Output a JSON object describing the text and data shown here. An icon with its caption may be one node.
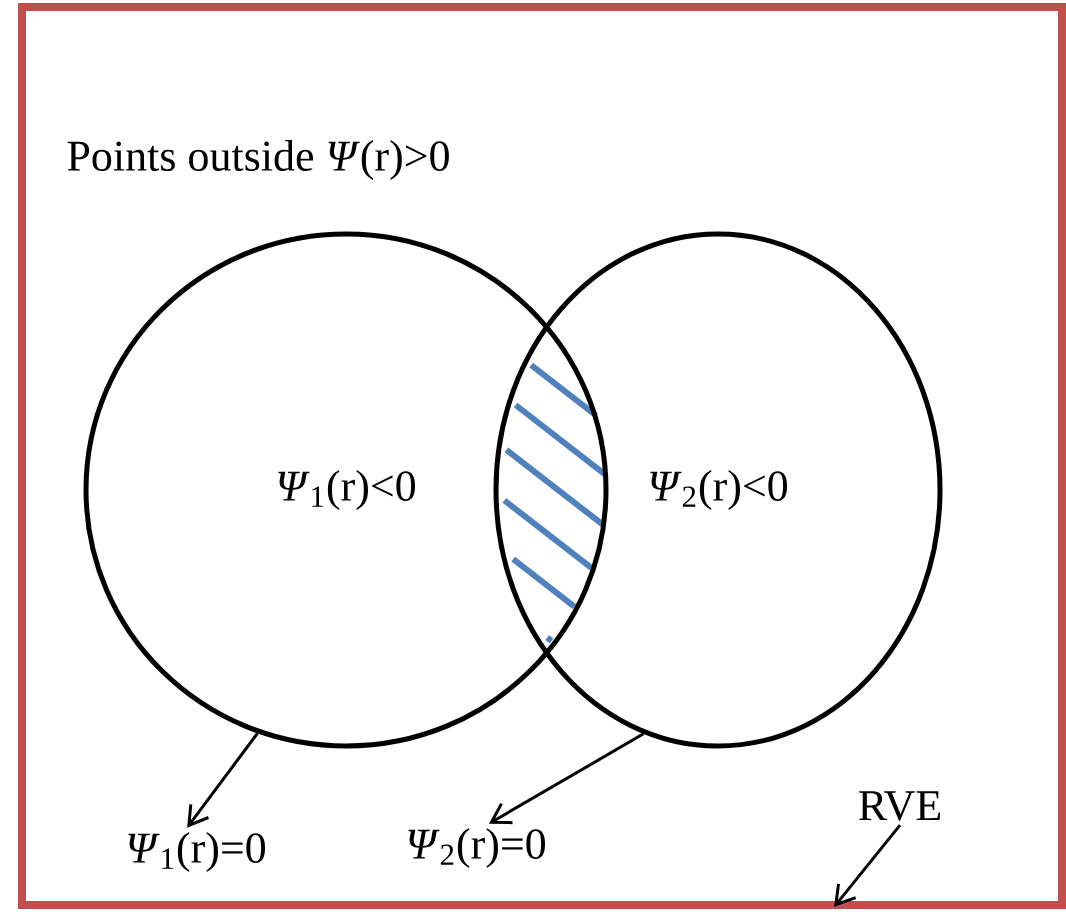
{
  "diagram": {
    "nodes": [
      {
        "text": [
          "Points outside *Ψ*(r)>0"
        ]
      },
      {
        "text": [
          "*Ψ*$_{1}$(r)<0"
        ],
        "in": 0
      },
      {
        "text": [
          "*Ψ*$_{2}$(r)<0"
        ],
        "in": 0
      },
      {
        "text": [
          "*Ψ*$_{1}$(r)=0"
        ],
        "in": 0
      },
      {
        "text": [
          "*Ψ*$_{2}$(r)=0"
        ],
        "in": 0
      },
      {
        "text": [
          "RVE"
        ],
        "in": 0
      }
    ],
    "edges": [
      {
        "from": 1,
        "to": 3,
        "arrow": "to"
      },
      {
        "from": 2,
        "to": 4,
        "arrow": "to"
      },
      {
        "from": 5,
        "to": 0,
        "arrow": "to"
      }
    ]
  }
}
